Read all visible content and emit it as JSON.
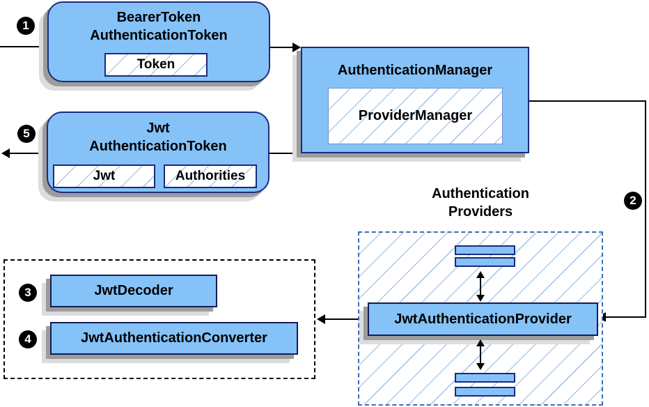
{
  "badges": {
    "one": "1",
    "two": "2",
    "three": "3",
    "four": "4",
    "five": "5"
  },
  "nodes": {
    "bearer": {
      "line1": "BearerToken",
      "line2": "AuthenticationToken",
      "token": "Token"
    },
    "auth_manager": {
      "title": "AuthenticationManager",
      "inner": "ProviderManager"
    },
    "jwt_token": {
      "line1": "Jwt",
      "line2": "AuthenticationToken",
      "jwt": "Jwt",
      "authorities": "Authorities"
    },
    "providers_group": {
      "label1": "Authentication",
      "label2": "Providers",
      "provider": "JwtAuthenticationProvider"
    },
    "converter_group": {
      "decoder": "JwtDecoder",
      "converter": "JwtAuthenticationConverter"
    }
  },
  "colors": {
    "node_fill": "#85c2f8",
    "node_border": "#1b2a7e",
    "hatch_line": "#aacbee",
    "providers_dash": "#3a6cb5",
    "frame_dash": "#000000",
    "connector": "#000000",
    "shadow_dark": "#9c9c9c",
    "shadow_light": "#dcdcdc",
    "badge_bg": "#000000",
    "badge_text": "#ffffff"
  }
}
